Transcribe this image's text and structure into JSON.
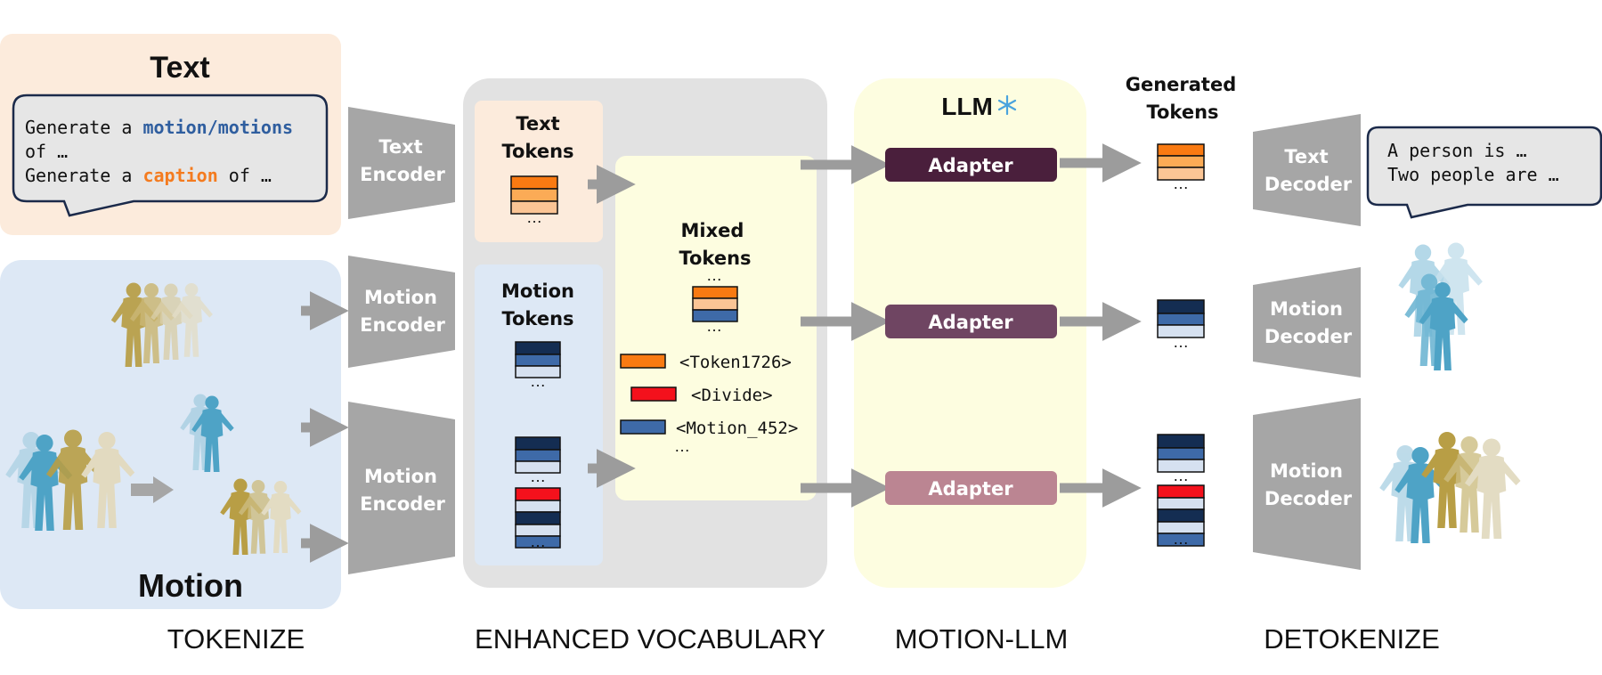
{
  "sections": {
    "tokenize": "TOKENIZE",
    "vocab": "ENHANCED VOCABULARY",
    "llm": "MOTION-LLM",
    "detokenize": "DETOKENIZE"
  },
  "input": {
    "text_title": "Text",
    "prompt_line1_pre": "Generate a ",
    "prompt_line1_hl": "motion/motions",
    "prompt_line2": "of …",
    "prompt_line3_pre": "Generate a ",
    "prompt_line3_hl": "caption",
    "prompt_line3_post": " of …",
    "motion_title": "Motion"
  },
  "encoders": {
    "text_1": "Text",
    "text_2": "Encoder",
    "motion_1": "Motion",
    "motion_2": "Encoder"
  },
  "vocab": {
    "text_tokens_1": "Text",
    "text_tokens_2": "Tokens",
    "motion_tokens_1": "Motion",
    "motion_tokens_2": "Tokens",
    "mixed_1": "Mixed",
    "mixed_2": "Tokens",
    "token_a": "<Token1726>",
    "token_b": "<Divide>",
    "token_c": "<Motion_452>",
    "ellipsis": "…"
  },
  "llm": {
    "title": "LLM",
    "adapter": "Adapter"
  },
  "output": {
    "generated_1": "Generated",
    "generated_2": "Tokens",
    "caption_line1": "A person is …",
    "caption_line2": "Two people are …"
  },
  "decoders": {
    "text_1": "Text",
    "text_2": "Decoder",
    "motion_1": "Motion",
    "motion_2": "Decoder"
  },
  "colors": {
    "text_panel": "#fcebdc",
    "motion_panel": "#dde8f5",
    "vocab_panel": "#e2e2e2",
    "llm_panel": "#fdfde0",
    "shape_gray": "#a6a6a6",
    "orange_dark": "#f97a12",
    "orange_mid": "#fbab56",
    "orange_light": "#fbc595",
    "navy": "#142d52",
    "blue_mid": "#3e6aa8",
    "blue_light": "#d6e1f0",
    "red": "#f4111c",
    "adapter_dark": "#4a1f3c",
    "adapter_mid": "#6f4562",
    "adapter_light": "#bb8592",
    "motion_blue_hl": "#2f5e9f",
    "caption_orange_hl": "#f47b1f",
    "figure_blue": "#4ea3c6",
    "figure_gold": "#c2aa55"
  }
}
